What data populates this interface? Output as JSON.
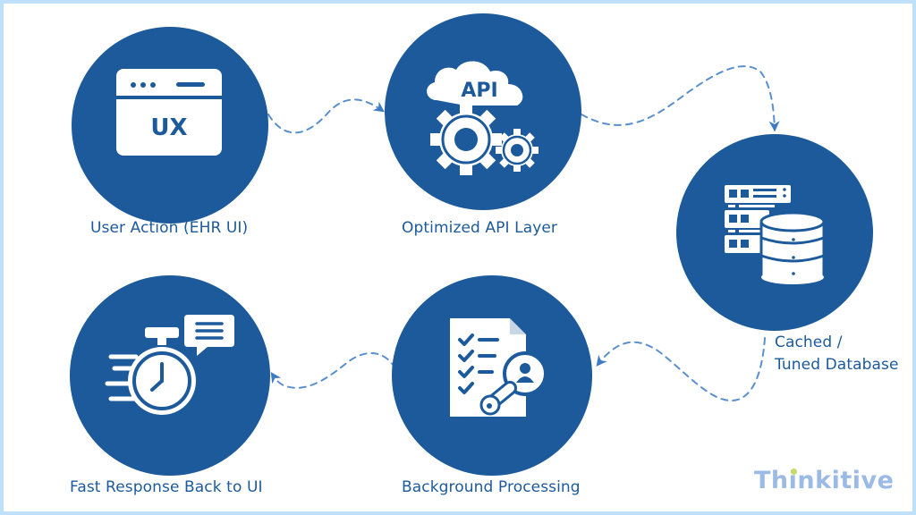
{
  "diagram": {
    "type": "process-flow",
    "theme": {
      "circle_color": "#1c5a9b",
      "icon_color": "#ffffff",
      "connector_color": "#5a8fcf",
      "label_color": "#1c5a9b",
      "frame_color": "#bfe0fb"
    },
    "steps": [
      {
        "id": "user-action",
        "label": "User Action (EHR UI)",
        "icon": "browser-ux-icon",
        "icon_text": "UX"
      },
      {
        "id": "api-layer",
        "label": "Optimized API Layer",
        "icon": "cloud-api-gears-icon",
        "icon_text": "API"
      },
      {
        "id": "database",
        "label_line1": "Cached /",
        "label_line2": "Tuned Database",
        "icon": "server-database-icon"
      },
      {
        "id": "background",
        "label": "Background Processing",
        "icon": "checklist-key-icon"
      },
      {
        "id": "fast-response",
        "label": "Fast Response Back to UI",
        "icon": "stopwatch-message-icon"
      }
    ],
    "connectors": [
      {
        "from": "user-action",
        "to": "api-layer",
        "style": "dashed"
      },
      {
        "from": "api-layer",
        "to": "database",
        "style": "dashed"
      },
      {
        "from": "database",
        "to": "background",
        "style": "dashed"
      },
      {
        "from": "background",
        "to": "fast-response",
        "style": "dashed"
      }
    ]
  },
  "brand": {
    "logo_pre": "Th",
    "logo_dot_letter": "i",
    "logo_post": "nkitive"
  }
}
